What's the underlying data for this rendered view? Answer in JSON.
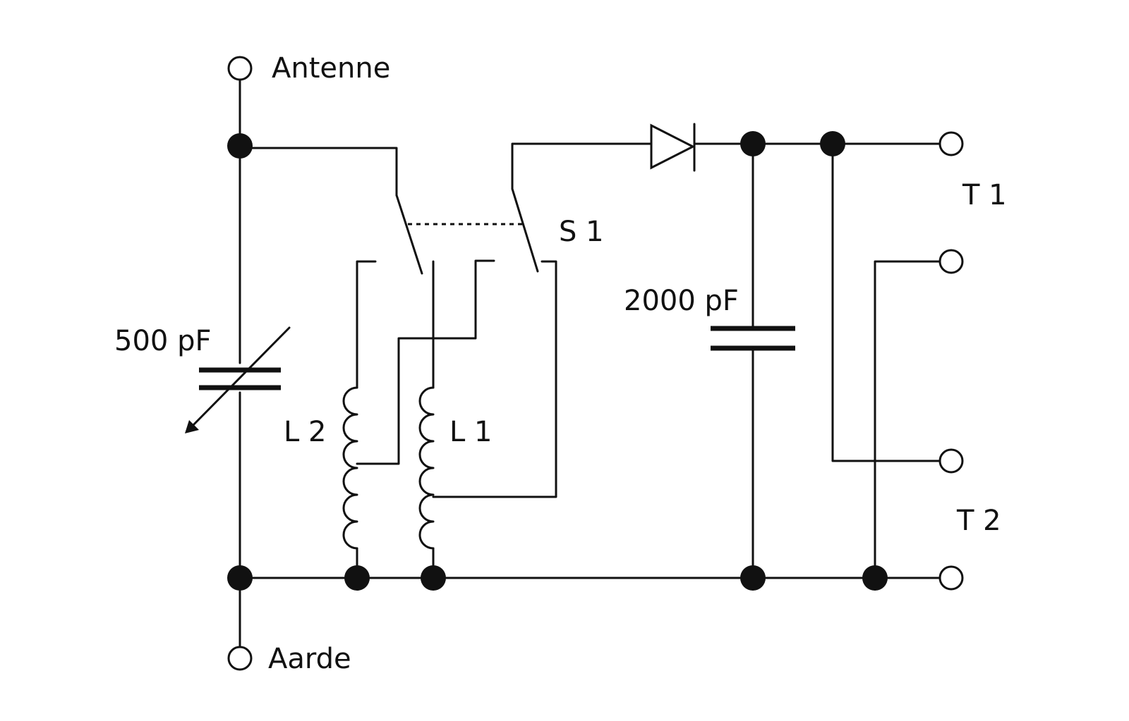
{
  "labels": {
    "antenna": "Antenne",
    "earth": "Aarde",
    "variable_capacitor": "500 pF",
    "fixed_capacitor": "2000 pF",
    "coil_1": "L 1",
    "coil_2": "L 2",
    "switch": "S 1",
    "output_1": "T 1",
    "output_2": "T 2"
  },
  "colors": {
    "ink": "#111111",
    "paper": "#ffffff"
  }
}
